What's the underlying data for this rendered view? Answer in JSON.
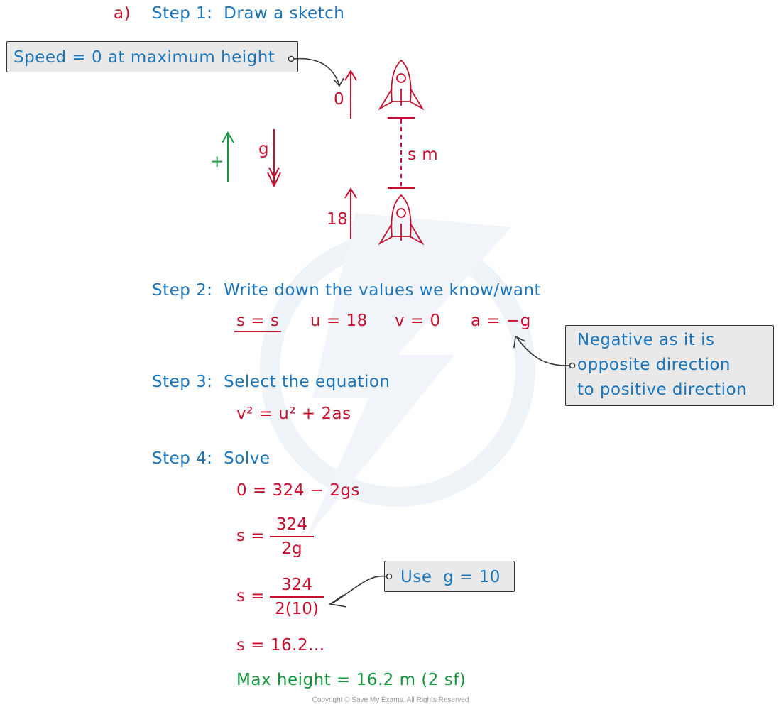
{
  "colors": {
    "blue": "#1a75bb",
    "red": "#c8102e",
    "green": "#14963c",
    "tag_bg": "#e9e9e9"
  },
  "part_label": "a)",
  "step1": "Step 1:  Draw a sketch",
  "sketch": {
    "note_speed": "Speed = 0 at maximum height",
    "top_speed": "0",
    "bottom_speed": "18",
    "gravity_label": "g",
    "positive_label": "+",
    "distance_label": "s m"
  },
  "step2": "Step 2:  Write down the values we know/want",
  "values": {
    "s": "s = s",
    "u": "u = 18",
    "v": "v = 0",
    "a": "a = −g"
  },
  "note_negative": [
    "Negative as it is",
    "opposite direction",
    "to positive direction"
  ],
  "step3": "Step 3:  Select the equation",
  "equation": "v² = u² + 2as",
  "step4": "Step 4:  Solve",
  "solve": {
    "line1": "0 = 324 − 2gs",
    "line2_lhs": "s =",
    "line2_num": "324",
    "line2_den": "2g",
    "line3_lhs": "s =",
    "line3_num": "324",
    "line3_den": "2(10)",
    "line4": "s = 16.2...",
    "answer": "Max height = 16.2 m (2 sf)"
  },
  "note_use_g": "Use  g = 10",
  "copyright": "Copyright © Save My Exams. All Rights Reserved"
}
